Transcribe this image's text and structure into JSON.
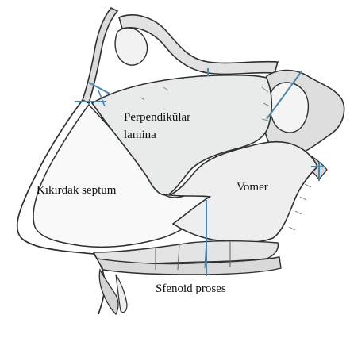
{
  "diagram": {
    "labels": {
      "perpendicular_line1": "Perpendikülar",
      "perpendicular_line2": "lamina",
      "cartilage": "Kıkırdak septum",
      "vomer": "Vomer",
      "sphenoid": "Sfenoid proses"
    },
    "colors": {
      "background": "#ffffff",
      "bone_fill": "#e9eaea",
      "outline": "#2f2f2f",
      "shading": "#8a8a8a",
      "pointer": "#4d86ad",
      "text": "#111111"
    }
  }
}
